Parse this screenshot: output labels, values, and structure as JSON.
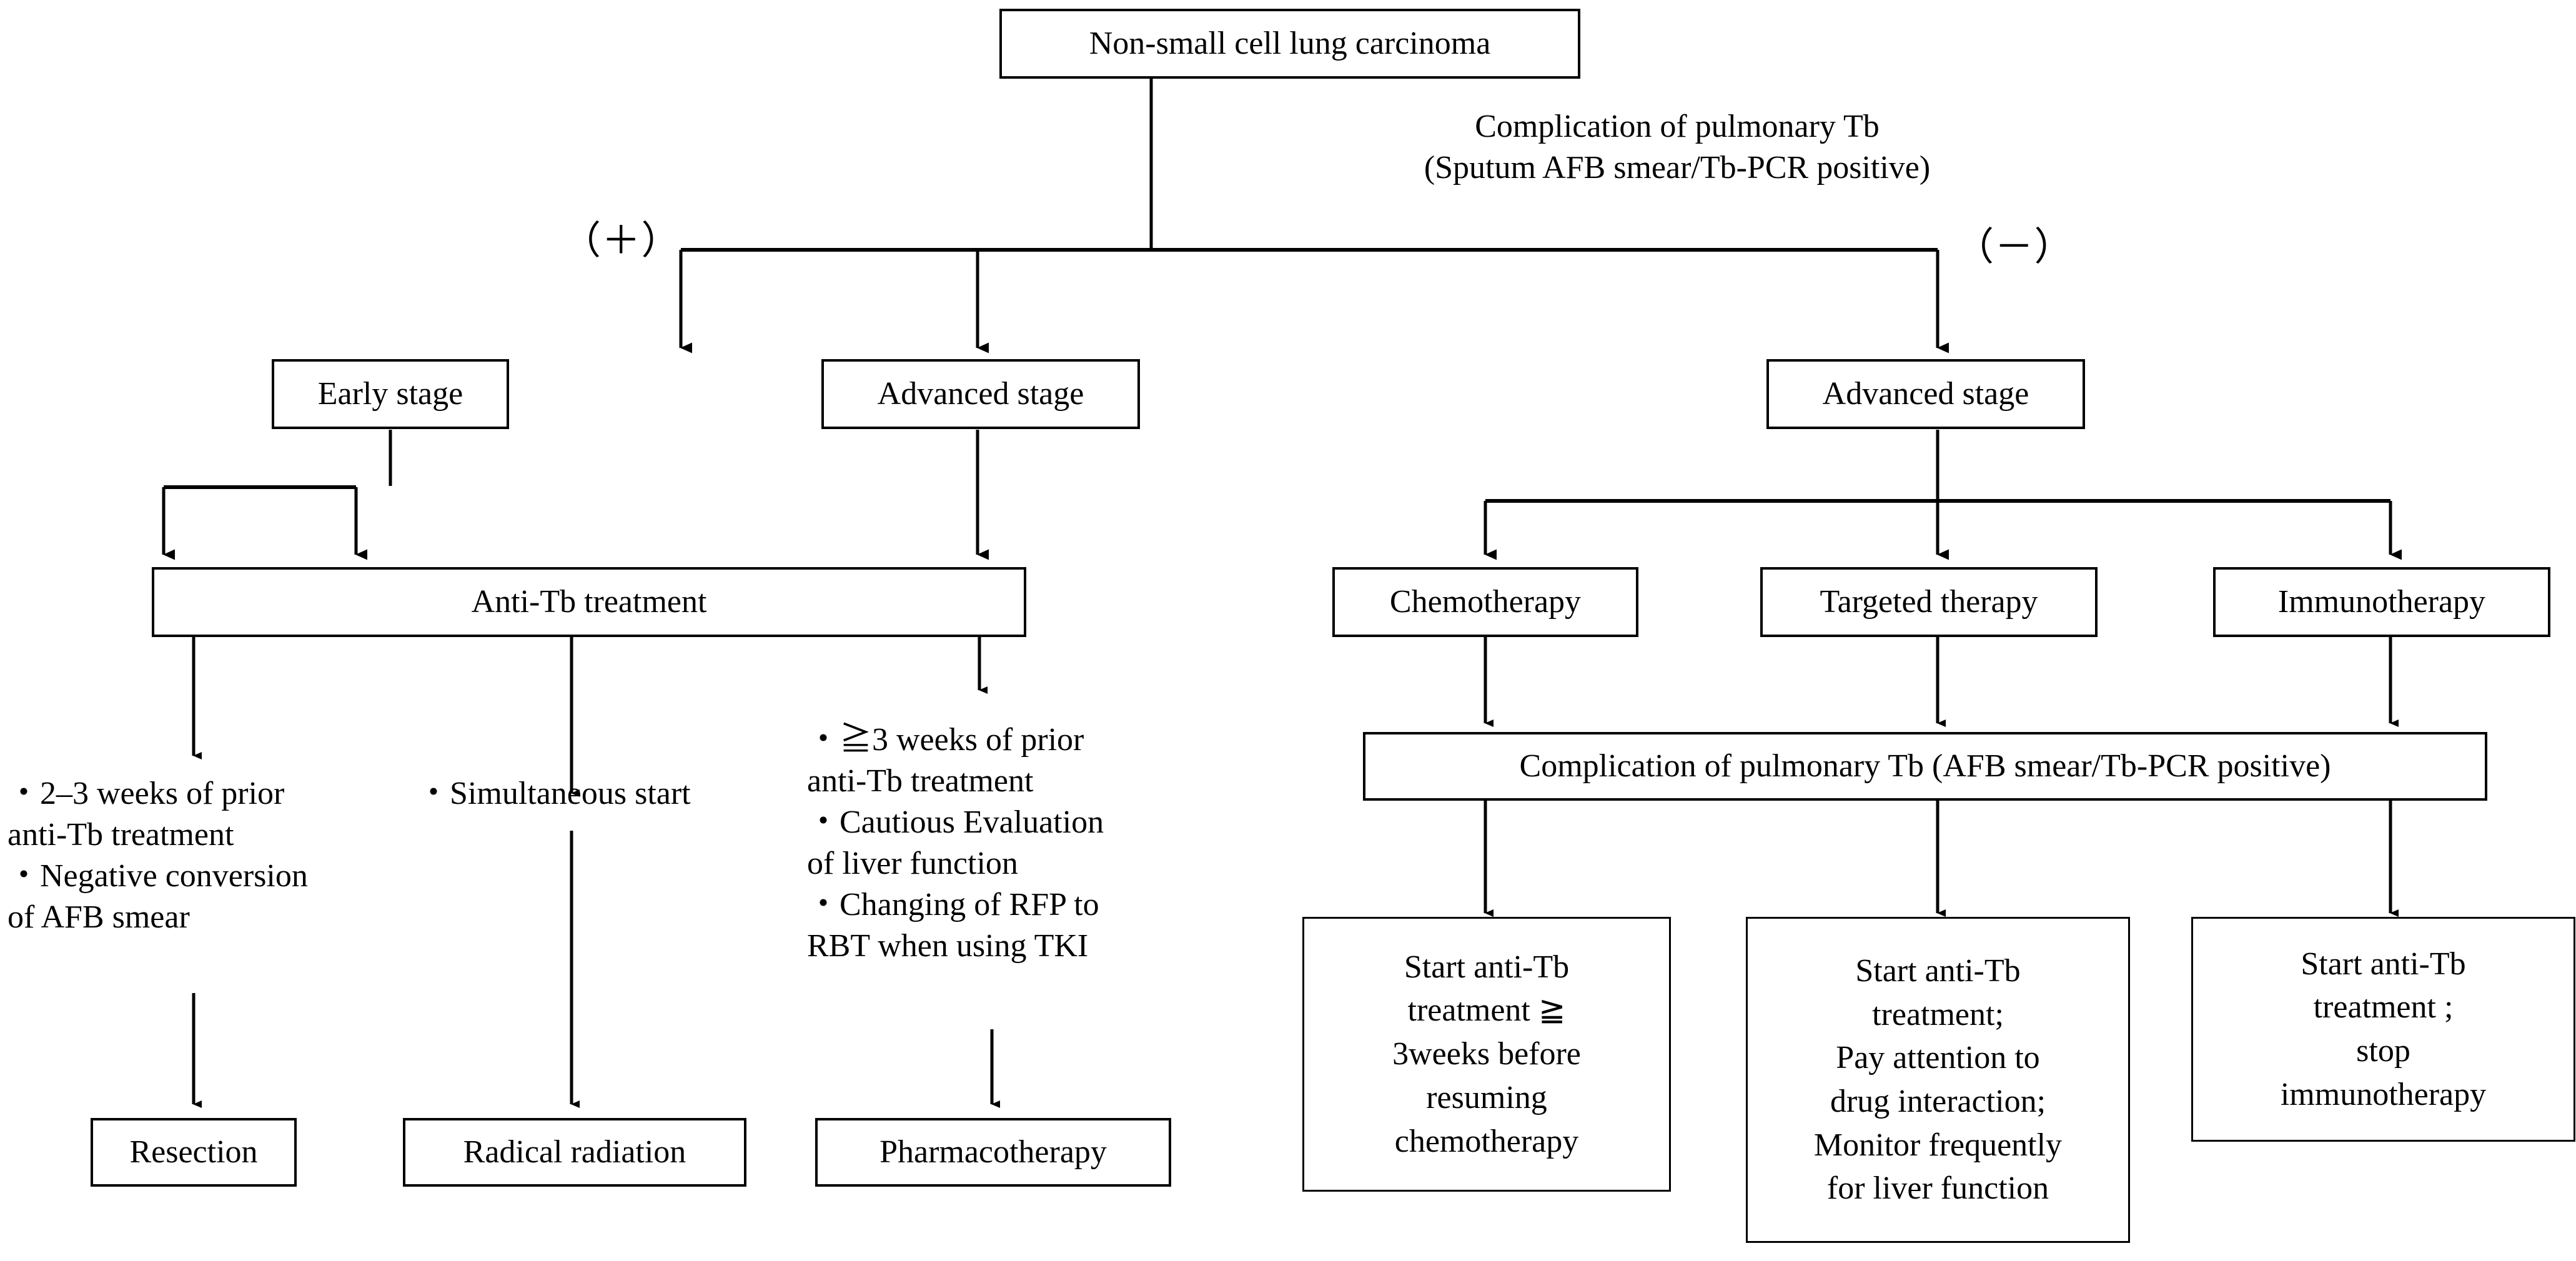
{
  "diagram": {
    "title_box": "Non-small cell lung carcinoma",
    "branch_note": "Complication of pulmonary Tb\n(Sputum AFB smear/Tb-PCR positive)",
    "branch_positive": "（＋）",
    "branch_negative": "（－）",
    "left": {
      "stage_early": "Early stage",
      "stage_advanced": "Advanced stage",
      "anti_tb": "Anti-Tb treatment",
      "notes_resection": "・2–3 weeks of prior\n  anti-Tb treatment\n・Negative conversion\n  of AFB smear",
      "notes_radiation": "・Simultaneous start",
      "notes_pharma": "・≧3 weeks of prior\n  anti-Tb treatment\n・Cautious Evaluation\n  of liver function\n・Changing of RFP to\n  RBT when using TKI",
      "outcome_resection": "Resection",
      "outcome_radiation": "Radical radiation",
      "outcome_pharma": "Pharmacotherapy"
    },
    "right": {
      "stage_advanced": "Advanced stage",
      "therapy_chemo": "Chemotherapy",
      "therapy_targeted": "Targeted therapy",
      "therapy_immuno": "Immunotherapy",
      "complication": "Complication of pulmonary Tb (AFB smear/Tb-PCR positive)",
      "action_chemo": "Start anti-Tb\ntreatment ≧\n3weeks before\nresuming\nchemotherapy",
      "action_targeted": "Start anti-Tb\ntreatment;\nPay attention to\ndrug interaction;\nMonitor frequently\nfor liver function",
      "action_immuno": "Start anti-Tb\ntreatment ;\nstop\nimmunotherapy"
    },
    "colors": {
      "line": "#000000",
      "box_border": "#000000",
      "background": "#ffffff",
      "text": "#000000"
    }
  }
}
